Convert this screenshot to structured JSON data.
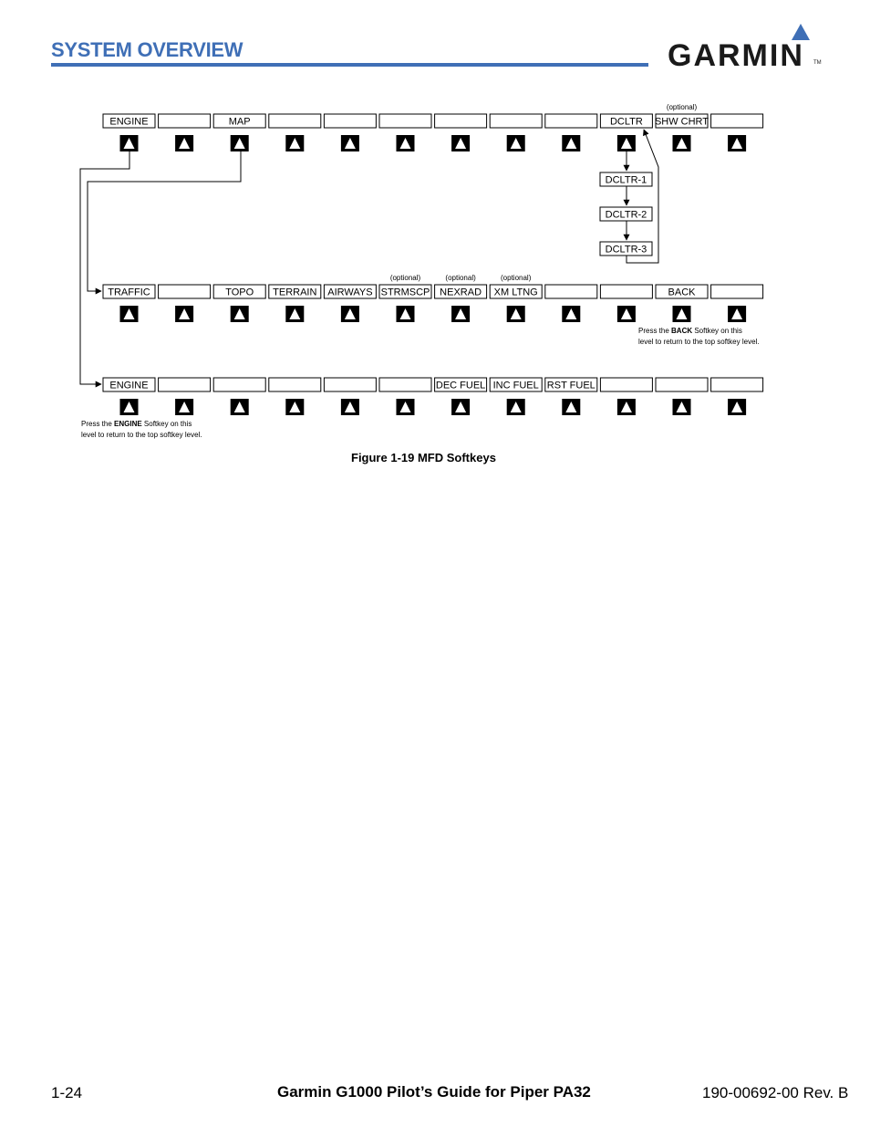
{
  "header": {
    "section_title": "SYSTEM OVERVIEW",
    "logo_text": "GARMIN",
    "logo_tm": "TM",
    "brand_color": "#3f6fb6"
  },
  "diagram": {
    "top_row": [
      "ENGINE",
      "",
      "MAP",
      "",
      "",
      "",
      "",
      "",
      "",
      "DCLTR",
      "SHW CHRT",
      ""
    ],
    "top_row_notes": [
      "",
      "",
      "",
      "",
      "",
      "",
      "",
      "",
      "",
      "",
      "(optional)",
      ""
    ],
    "declutter_levels": [
      "DCLTR-1",
      "DCLTR-2",
      "DCLTR-3"
    ],
    "map_row": [
      "TRAFFIC",
      "",
      "TOPO",
      "TERRAIN",
      "AIRWAYS",
      "STRMSCP",
      "NEXRAD",
      "XM LTNG",
      "",
      "",
      "BACK",
      ""
    ],
    "map_row_notes": [
      "",
      "",
      "",
      "",
      "",
      "(optional)",
      "(optional)",
      "(optional)",
      "",
      "",
      "",
      ""
    ],
    "engine_row": [
      "ENGINE",
      "",
      "",
      "",
      "",
      "",
      "DEC FUEL",
      "INC FUEL",
      "RST FUEL",
      "",
      "",
      ""
    ],
    "back_note": {
      "prefix": "Press the ",
      "key": "BACK",
      "suffix": " Softkey on this",
      "line2": "level to return to the top softkey level."
    },
    "engine_note": {
      "prefix": "Press the ",
      "key": "ENGINE",
      "suffix": " Softkey on this",
      "line2": "level to return to the top softkey level."
    }
  },
  "figure_caption": "Figure 1-19  MFD Softkeys",
  "footer": {
    "page_number": "1-24",
    "title": "Garmin G1000 Pilot’s Guide for Piper PA32",
    "doc_number": "190-00692-00  Rev. B"
  }
}
